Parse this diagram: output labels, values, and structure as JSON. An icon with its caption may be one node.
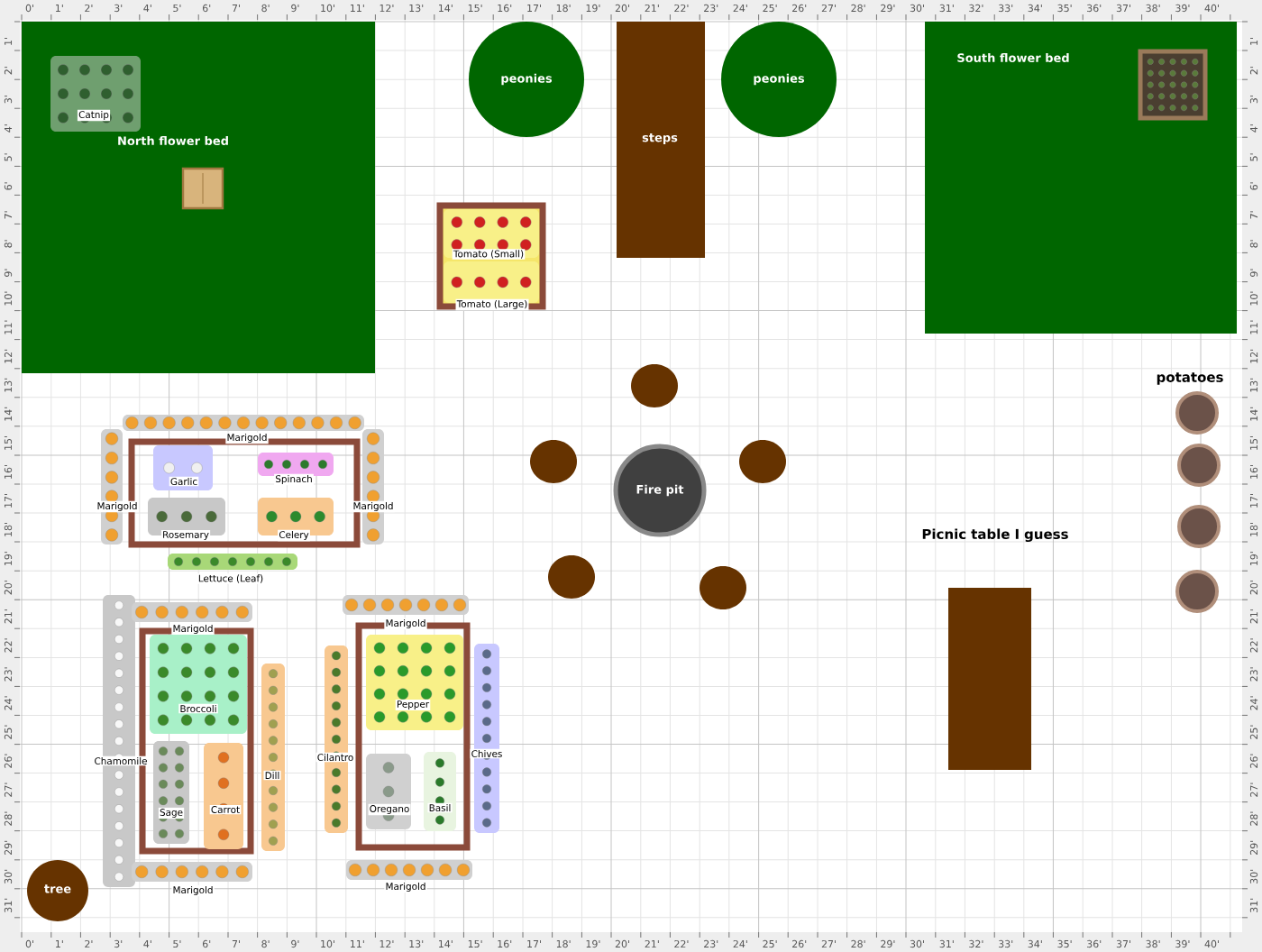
{
  "diagram": {
    "nodes": [
      {
        "text": [
          "North flower bed"
        ]
      },
      {
        "text": [
          "Catnip"
        ],
        "in": 0
      },
      {
        "text": [],
        "shape": "box",
        "in": 0
      },
      {
        "text": [
          "peonies"
        ]
      },
      {
        "text": [
          "steps"
        ]
      },
      {
        "text": [
          "peonies"
        ]
      },
      {
        "text": [
          "South flower bed"
        ]
      },
      {
        "text": [],
        "shape": "box",
        "in": 6
      },
      {
        "text": [],
        "shape": "box"
      },
      {
        "text": [
          "Tomato (Small)"
        ],
        "in": 8
      },
      {
        "text": [
          "Tomato (Large)"
        ],
        "in": 8
      },
      {
        "text": [],
        "shape": "circle"
      },
      {
        "text": [],
        "shape": "circle"
      },
      {
        "text": [
          "Marigold"
        ]
      },
      {
        "text": [
          "Marigold"
        ]
      },
      {
        "text": [],
        "shape": "box"
      },
      {
        "text": [
          "Garlic"
        ],
        "in": 15
      },
      {
        "text": [
          "Spinach"
        ],
        "in": 15
      },
      {
        "text": [
          "Rosemary"
        ],
        "in": 15
      },
      {
        "text": [
          "Celery"
        ],
        "in": 15
      },
      {
        "text": [
          "Marigold"
        ]
      },
      {
        "text": [],
        "shape": "circle"
      },
      {
        "text": [
          "Fire pit"
        ]
      },
      {
        "text": [],
        "shape": "circle"
      },
      {
        "text": [],
        "shape": "circle"
      },
      {
        "text": [
          "Lettuce (Leaf)"
        ]
      },
      {
        "text": [],
        "shape": "circle"
      },
      {
        "text": [
          "Picnic table I guess"
        ]
      },
      {
        "text": [],
        "shape": "circle"
      },
      {
        "text": [],
        "shape": "circle"
      },
      {
        "text": [],
        "shape": "circle"
      },
      {
        "text": [
          "Chamomile"
        ]
      },
      {
        "text": [
          "Marigold"
        ]
      },
      {
        "text": [],
        "shape": "box"
      },
      {
        "text": [
          "Broccoli"
        ],
        "in": 33
      },
      {
        "text": [
          "Sage"
        ],
        "in": 33
      },
      {
        "text": [
          "Carrot"
        ],
        "in": 33
      },
      {
        "text": [
          "Dill"
        ]
      },
      {
        "text": [
          "Marigold"
        ]
      },
      {
        "text": [
          "Marigold"
        ]
      },
      {
        "text": [],
        "shape": "box"
      },
      {
        "text": [
          "Pepper"
        ],
        "in": 40
      },
      {
        "text": [
          "Oregano"
        ],
        "in": 40
      },
      {
        "text": [
          "Basil"
        ],
        "in": 40
      },
      {
        "text": [
          "Cilantro"
        ]
      },
      {
        "text": [
          "Chives"
        ]
      },
      {
        "text": [
          "Marigold"
        ]
      },
      {
        "text": [
          "tree"
        ]
      }
    ],
    "labels": [
      "0'",
      "1'",
      "2'",
      "3'",
      "4'",
      "5'",
      "6'",
      "7'",
      "8'",
      "9'",
      "10'",
      "11'",
      "12'",
      "13'",
      "14'",
      "15'",
      "16'",
      "17'",
      "18'",
      "19'",
      "20'",
      "21'",
      "22'",
      "23'",
      "24'",
      "25'",
      "26'",
      "27'",
      "28'",
      "29'",
      "30'",
      "31'",
      "32'",
      "33'",
      "34'",
      "35'",
      "36'",
      "37'",
      "38'",
      "39'",
      "40'",
      "1'",
      "2'",
      "3'",
      "4'",
      "5'",
      "6'",
      "7'",
      "8'",
      "9'",
      "10'",
      "11'",
      "12'",
      "13'",
      "14'",
      "15'",
      "16'",
      "17'",
      "18'",
      "19'",
      "20'",
      "21'",
      "22'",
      "23'",
      "24'",
      "25'",
      "26'",
      "27'",
      "28'",
      "29'",
      "30'",
      "31'",
      "1'",
      "2'",
      "3'",
      "4'",
      "5'",
      "6'",
      "7'",
      "8'",
      "9'",
      "10'",
      "11'",
      "12'",
      "13'",
      "14'",
      "15'",
      "16'",
      "17'",
      "18'",
      "19'",
      "20'",
      "21'",
      "22'",
      "23'",
      "24'",
      "25'",
      "26'",
      "27'",
      "28'",
      "29'",
      "30'",
      "31'",
      "potatoes",
      "0'",
      "1'",
      "2'",
      "3'",
      "4'",
      "5'",
      "6'",
      "7'",
      "8'",
      "9'",
      "10'",
      "11'",
      "12'",
      "13'",
      "14'",
      "15'",
      "16'",
      "17'",
      "18'",
      "19'",
      "20'",
      "21'",
      "22'",
      "23'",
      "24'",
      "25'",
      "26'",
      "27'",
      "28'",
      "29'",
      "30'",
      "31'",
      "32'",
      "33'",
      "34'",
      "35'",
      "36'",
      "37'",
      "38'",
      "39'",
      "40'"
    ]
  }
}
